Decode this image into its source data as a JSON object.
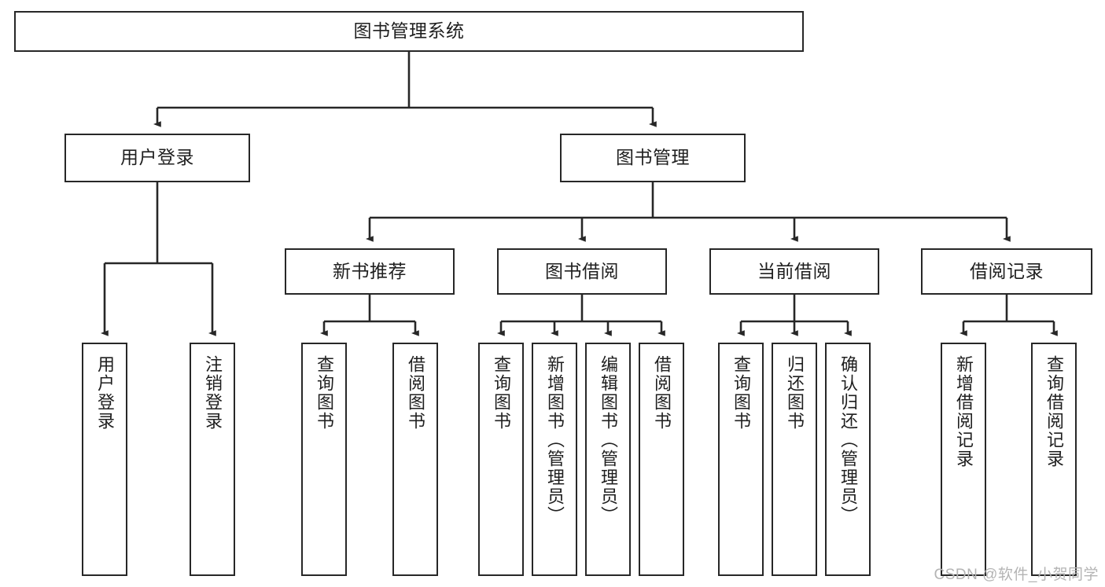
{
  "diagram": {
    "title": "图书管理系统",
    "type": "tree-hierarchy-diagram",
    "colors": {
      "box_border": "#272727",
      "box_fill": "#ffffff",
      "edge": "#272727",
      "text": "#1f1f1f",
      "watermark": "#b4b4b4"
    },
    "nodes": {
      "root": {
        "label": "图书管理系统"
      },
      "level2": [
        {
          "label": "用户登录"
        },
        {
          "label": "图书管理"
        }
      ],
      "level3": [
        {
          "label": "新书推荐"
        },
        {
          "label": "图书借阅"
        },
        {
          "label": "当前借阅"
        },
        {
          "label": "借阅记录"
        }
      ],
      "leaves": {
        "user_login": [
          {
            "label": "用户登录"
          },
          {
            "label": "注销登录"
          }
        ],
        "new_book_recommend": [
          {
            "label": "查询图书"
          },
          {
            "label": "借阅图书"
          }
        ],
        "book_borrow": [
          {
            "label": "查询图书"
          },
          {
            "label": "新增图书（管理员）"
          },
          {
            "label": "编辑图书（管理员）"
          },
          {
            "label": "借阅图书"
          }
        ],
        "current_borrow": [
          {
            "label": "查询图书"
          },
          {
            "label": "归还图书"
          },
          {
            "label": "确认归还（管理员）"
          }
        ],
        "borrow_record": [
          {
            "label": "新增借阅记录"
          },
          {
            "label": "查询借阅记录"
          }
        ]
      }
    },
    "watermark": "CSDN @软件_小贺同学"
  }
}
